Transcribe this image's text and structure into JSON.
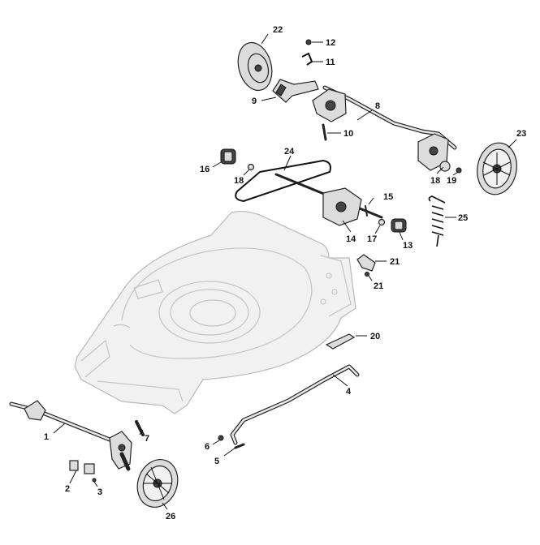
{
  "callouts": [
    {
      "id": "c1",
      "text": "1"
    },
    {
      "id": "c2",
      "text": "2"
    },
    {
      "id": "c3",
      "text": "3"
    },
    {
      "id": "c4",
      "text": "4"
    },
    {
      "id": "c5",
      "text": "5"
    },
    {
      "id": "c6",
      "text": "6"
    },
    {
      "id": "c7",
      "text": "7"
    },
    {
      "id": "c8",
      "text": "8"
    },
    {
      "id": "c9",
      "text": "9"
    },
    {
      "id": "c10",
      "text": "10"
    },
    {
      "id": "c11",
      "text": "11"
    },
    {
      "id": "c12",
      "text": "12"
    },
    {
      "id": "c13",
      "text": "13"
    },
    {
      "id": "c14",
      "text": "14"
    },
    {
      "id": "c15",
      "text": "15"
    },
    {
      "id": "c16",
      "text": "16"
    },
    {
      "id": "c17",
      "text": "17"
    },
    {
      "id": "c18a",
      "text": "18"
    },
    {
      "id": "c18b",
      "text": "18"
    },
    {
      "id": "c19",
      "text": "19"
    },
    {
      "id": "c20",
      "text": "20"
    },
    {
      "id": "c21a",
      "text": "21"
    },
    {
      "id": "c21b",
      "text": "21"
    },
    {
      "id": "c22",
      "text": "22"
    },
    {
      "id": "c23",
      "text": "23"
    },
    {
      "id": "c24",
      "text": "24"
    },
    {
      "id": "c25",
      "text": "25"
    },
    {
      "id": "c26",
      "text": "26"
    }
  ]
}
